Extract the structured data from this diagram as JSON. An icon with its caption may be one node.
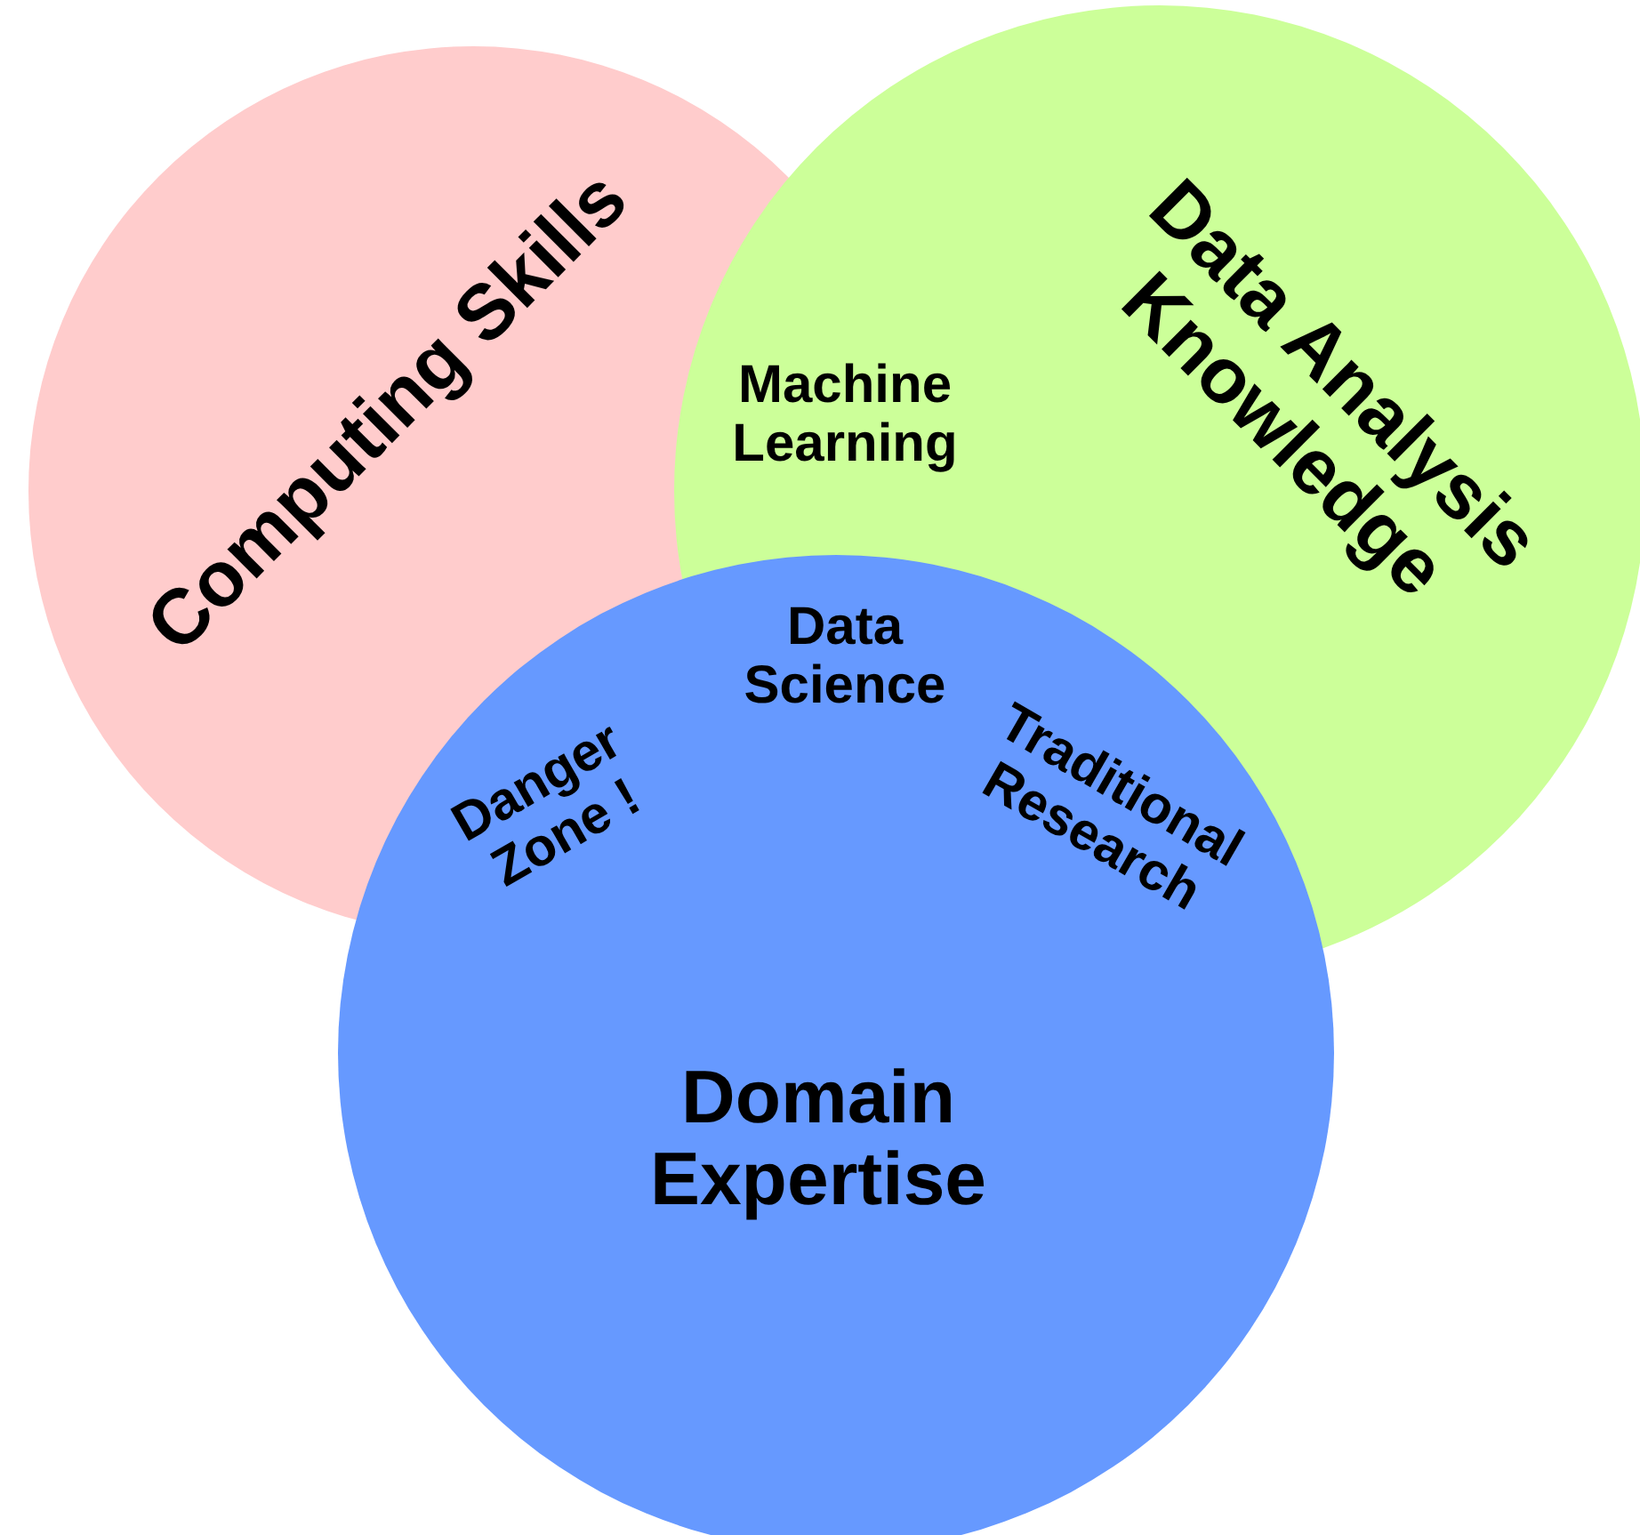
{
  "diagram": {
    "nodes": [
      {
        "text": [
          "Computing Skills"
        ]
      },
      {
        "text": [
          "Data Analysis Knowledge"
        ]
      },
      {
        "text": [
          "Domain Expertise"
        ]
      }
    ],
    "labels": [
      "Machine Learning",
      "Data Science",
      "Danger Zone !",
      "Traditional Research"
    ]
  }
}
